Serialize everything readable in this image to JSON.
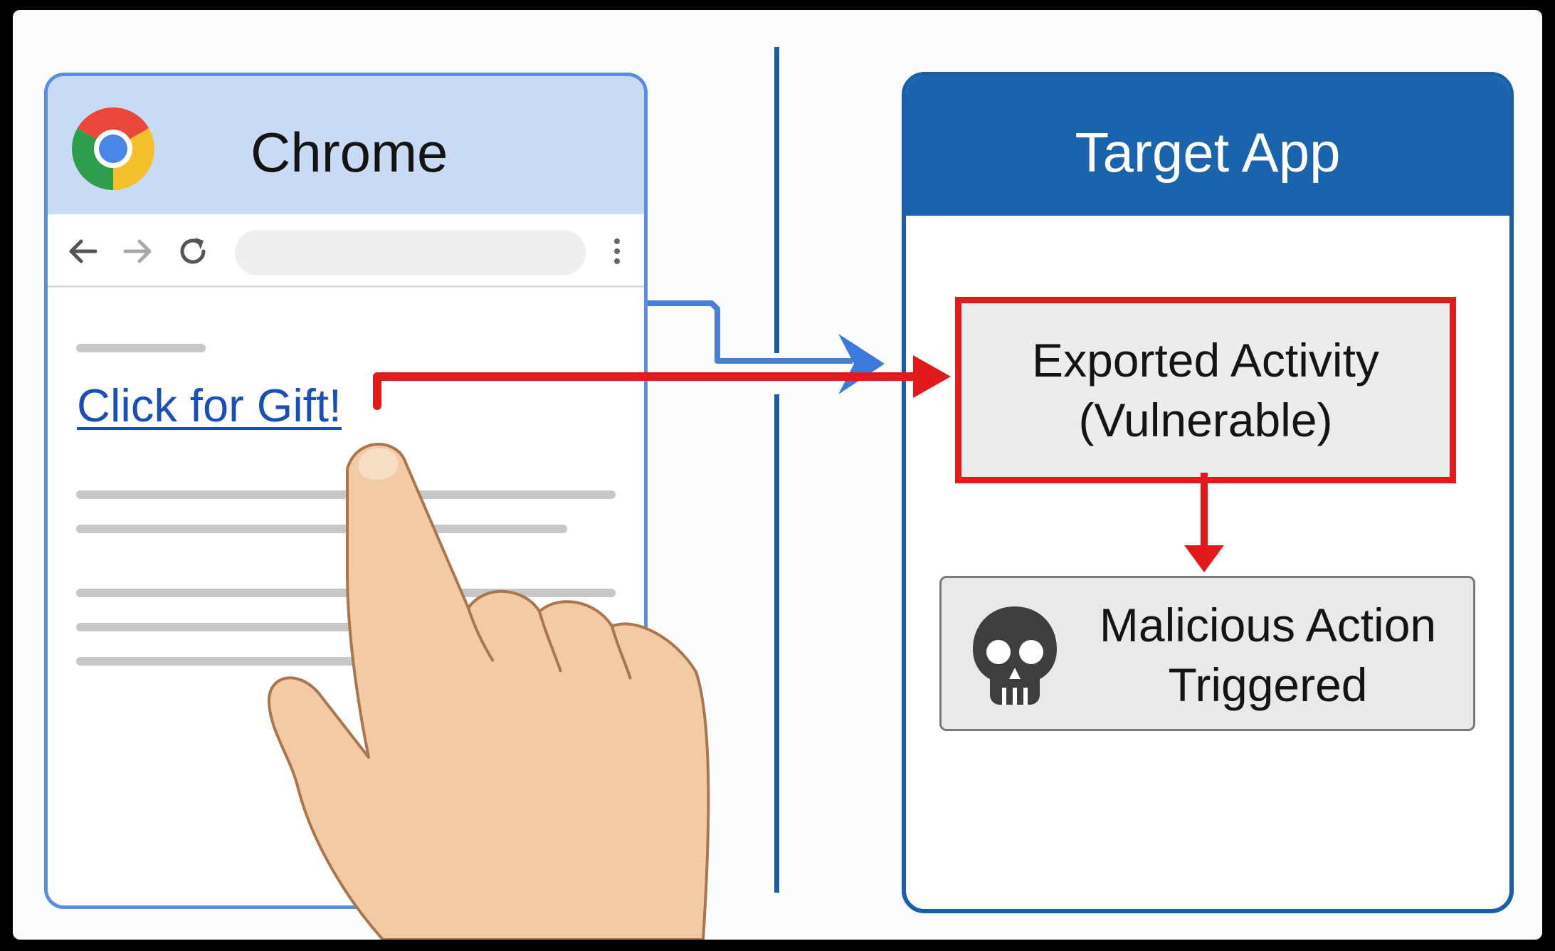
{
  "chrome": {
    "title": "Chrome",
    "link_text": "Click for Gift!"
  },
  "target_app": {
    "title": "Target App",
    "exported_activity": {
      "line1": "Exported Activity",
      "line2": "(Vulnerable)"
    },
    "malicious_action": {
      "line1": "Malicious Action",
      "line2": "Triggered"
    }
  },
  "colors": {
    "chrome_border": "#5b8ee0",
    "chrome_header": "#c9daf5",
    "target_blue": "#1b64ad",
    "attack_red": "#e11b1b",
    "link_blue": "#1b4fb5"
  },
  "icons": [
    "chrome-logo-icon",
    "back-arrow-icon",
    "forward-arrow-icon",
    "reload-icon",
    "menu-dots-icon",
    "skull-icon",
    "pointing-hand"
  ]
}
